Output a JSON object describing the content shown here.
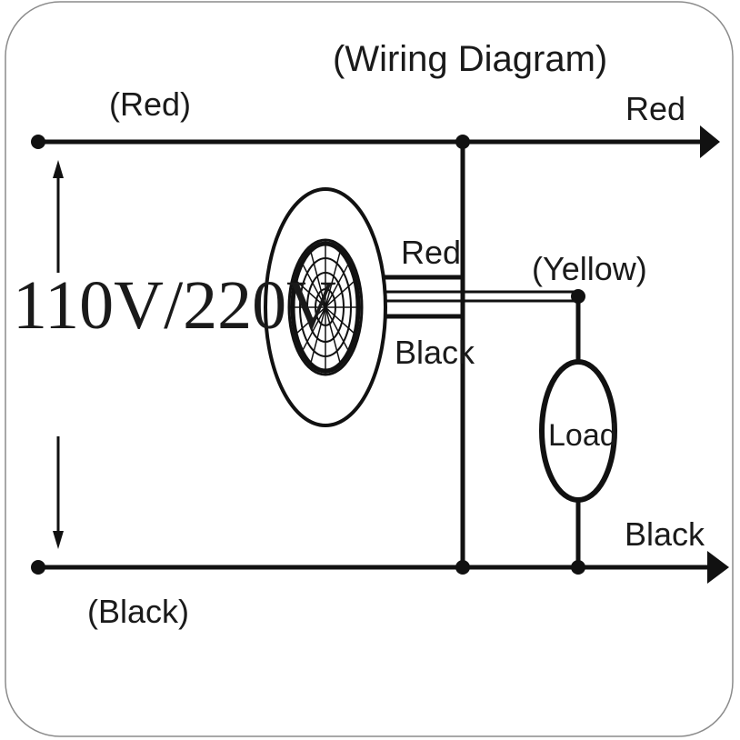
{
  "diagram": {
    "title": "(Wiring Diagram)",
    "voltage": "110V/220V",
    "wires": {
      "supply_red": "(Red)",
      "supply_black": "(Black)",
      "out_red": "Red",
      "out_black": "Black",
      "sensor_red": "Red",
      "sensor_black": "Black",
      "sensor_yellow": "(Yellow)"
    },
    "load_label": "Load"
  }
}
